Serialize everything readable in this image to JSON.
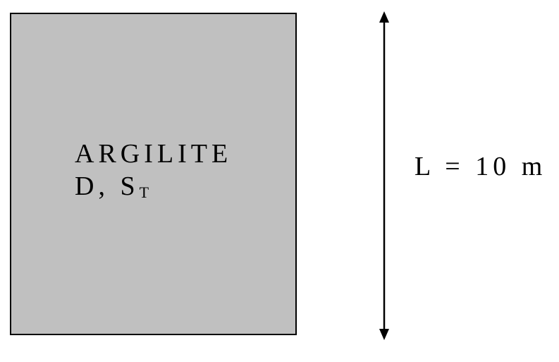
{
  "block": {
    "material": "ARGILITE",
    "params_main": "D, S",
    "params_sub": "T",
    "fill_color": "#c0c0c0",
    "border_color": "#000000"
  },
  "dimension": {
    "label": "L = 10 m"
  }
}
